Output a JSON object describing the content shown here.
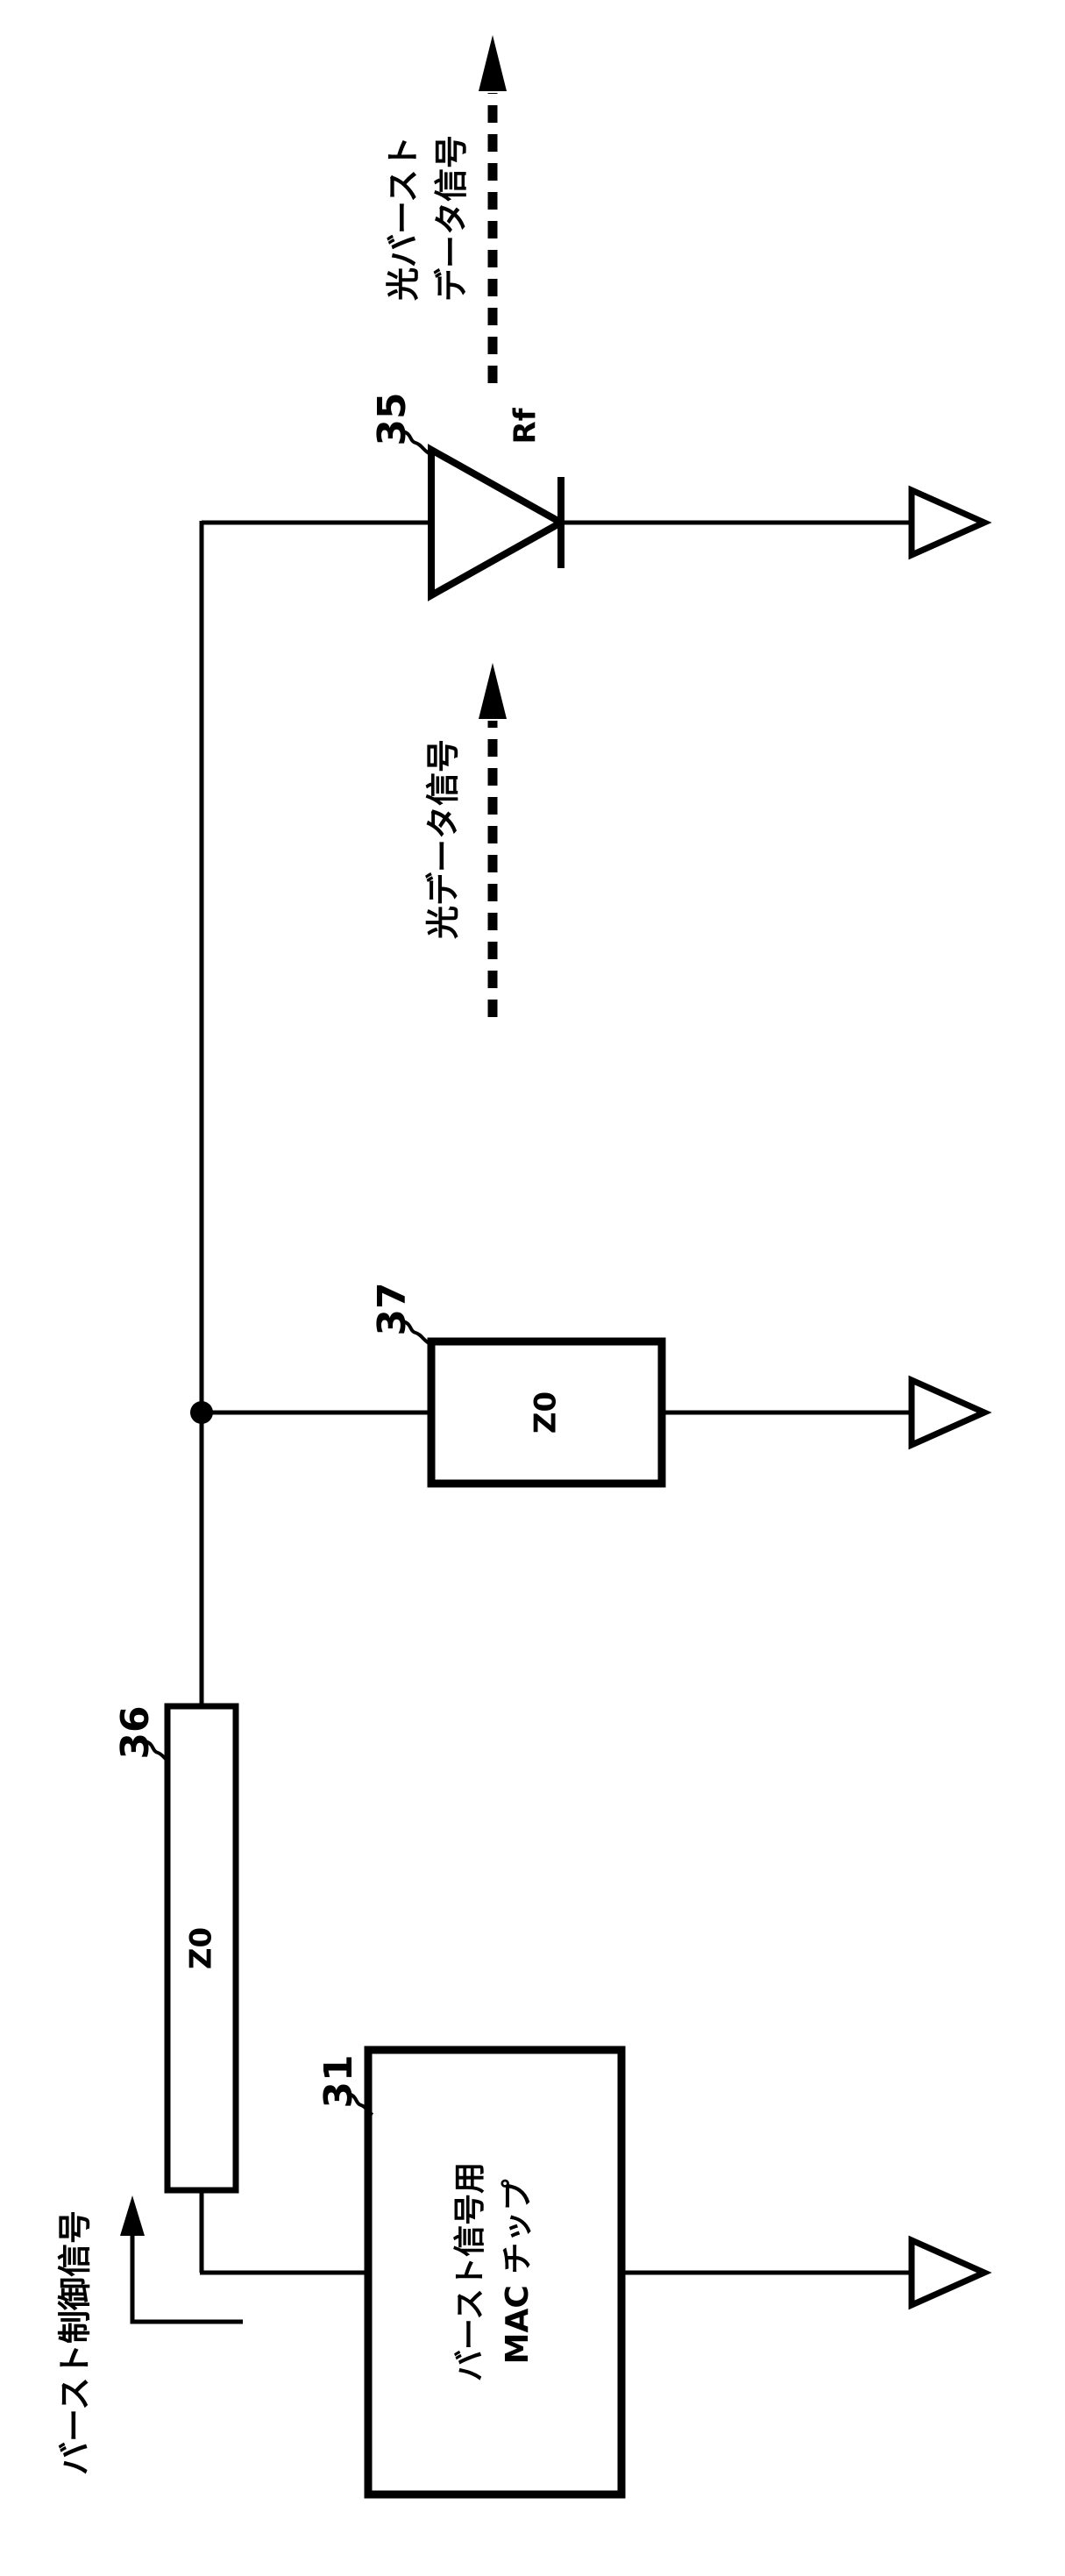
{
  "figure": {
    "background_color": "#ffffff",
    "line_color": "#000000",
    "annotations": {
      "optical_burst_data_signal": "光バースト\nデータ信号",
      "optical_data_signal": "光データ信号",
      "burst_control_signal": "バースト制御信号"
    },
    "reference_numerals": {
      "optical_device_35": "35",
      "transmission_line_36": "36",
      "termination_resistor_37": "37",
      "mac_chip_31": "31"
    },
    "component_labels": {
      "rf": "Rf",
      "line_impedance": "Z0",
      "termination_impedance": "Z0",
      "mac_chip_text": "バースト信号用\nMAC チップ"
    }
  }
}
